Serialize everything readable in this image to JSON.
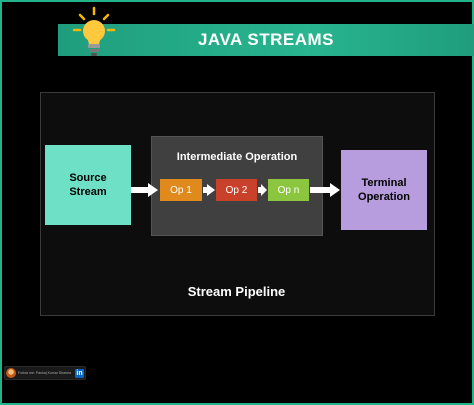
{
  "header": {
    "title": "JAVA STREAMS"
  },
  "diagram": {
    "source": {
      "line1": "Source",
      "line2": "Stream"
    },
    "intermediate": {
      "title": "Intermediate Operation",
      "ops": [
        "Op 1",
        "Op 2",
        "Op n"
      ]
    },
    "terminal": {
      "line1": "Terminal",
      "line2": "Operation"
    },
    "pipeline_label": "Stream Pipeline"
  },
  "footer": {
    "credit_text": "Follow me: Pankaj Kumar Sharma",
    "linkedin_label": "in"
  },
  "colors": {
    "banner": "#28b58f",
    "source": "#6ee0c5",
    "terminal": "#b79cde",
    "op1": "#e0891c",
    "op2": "#c9402b",
    "opn": "#8cc63f"
  }
}
